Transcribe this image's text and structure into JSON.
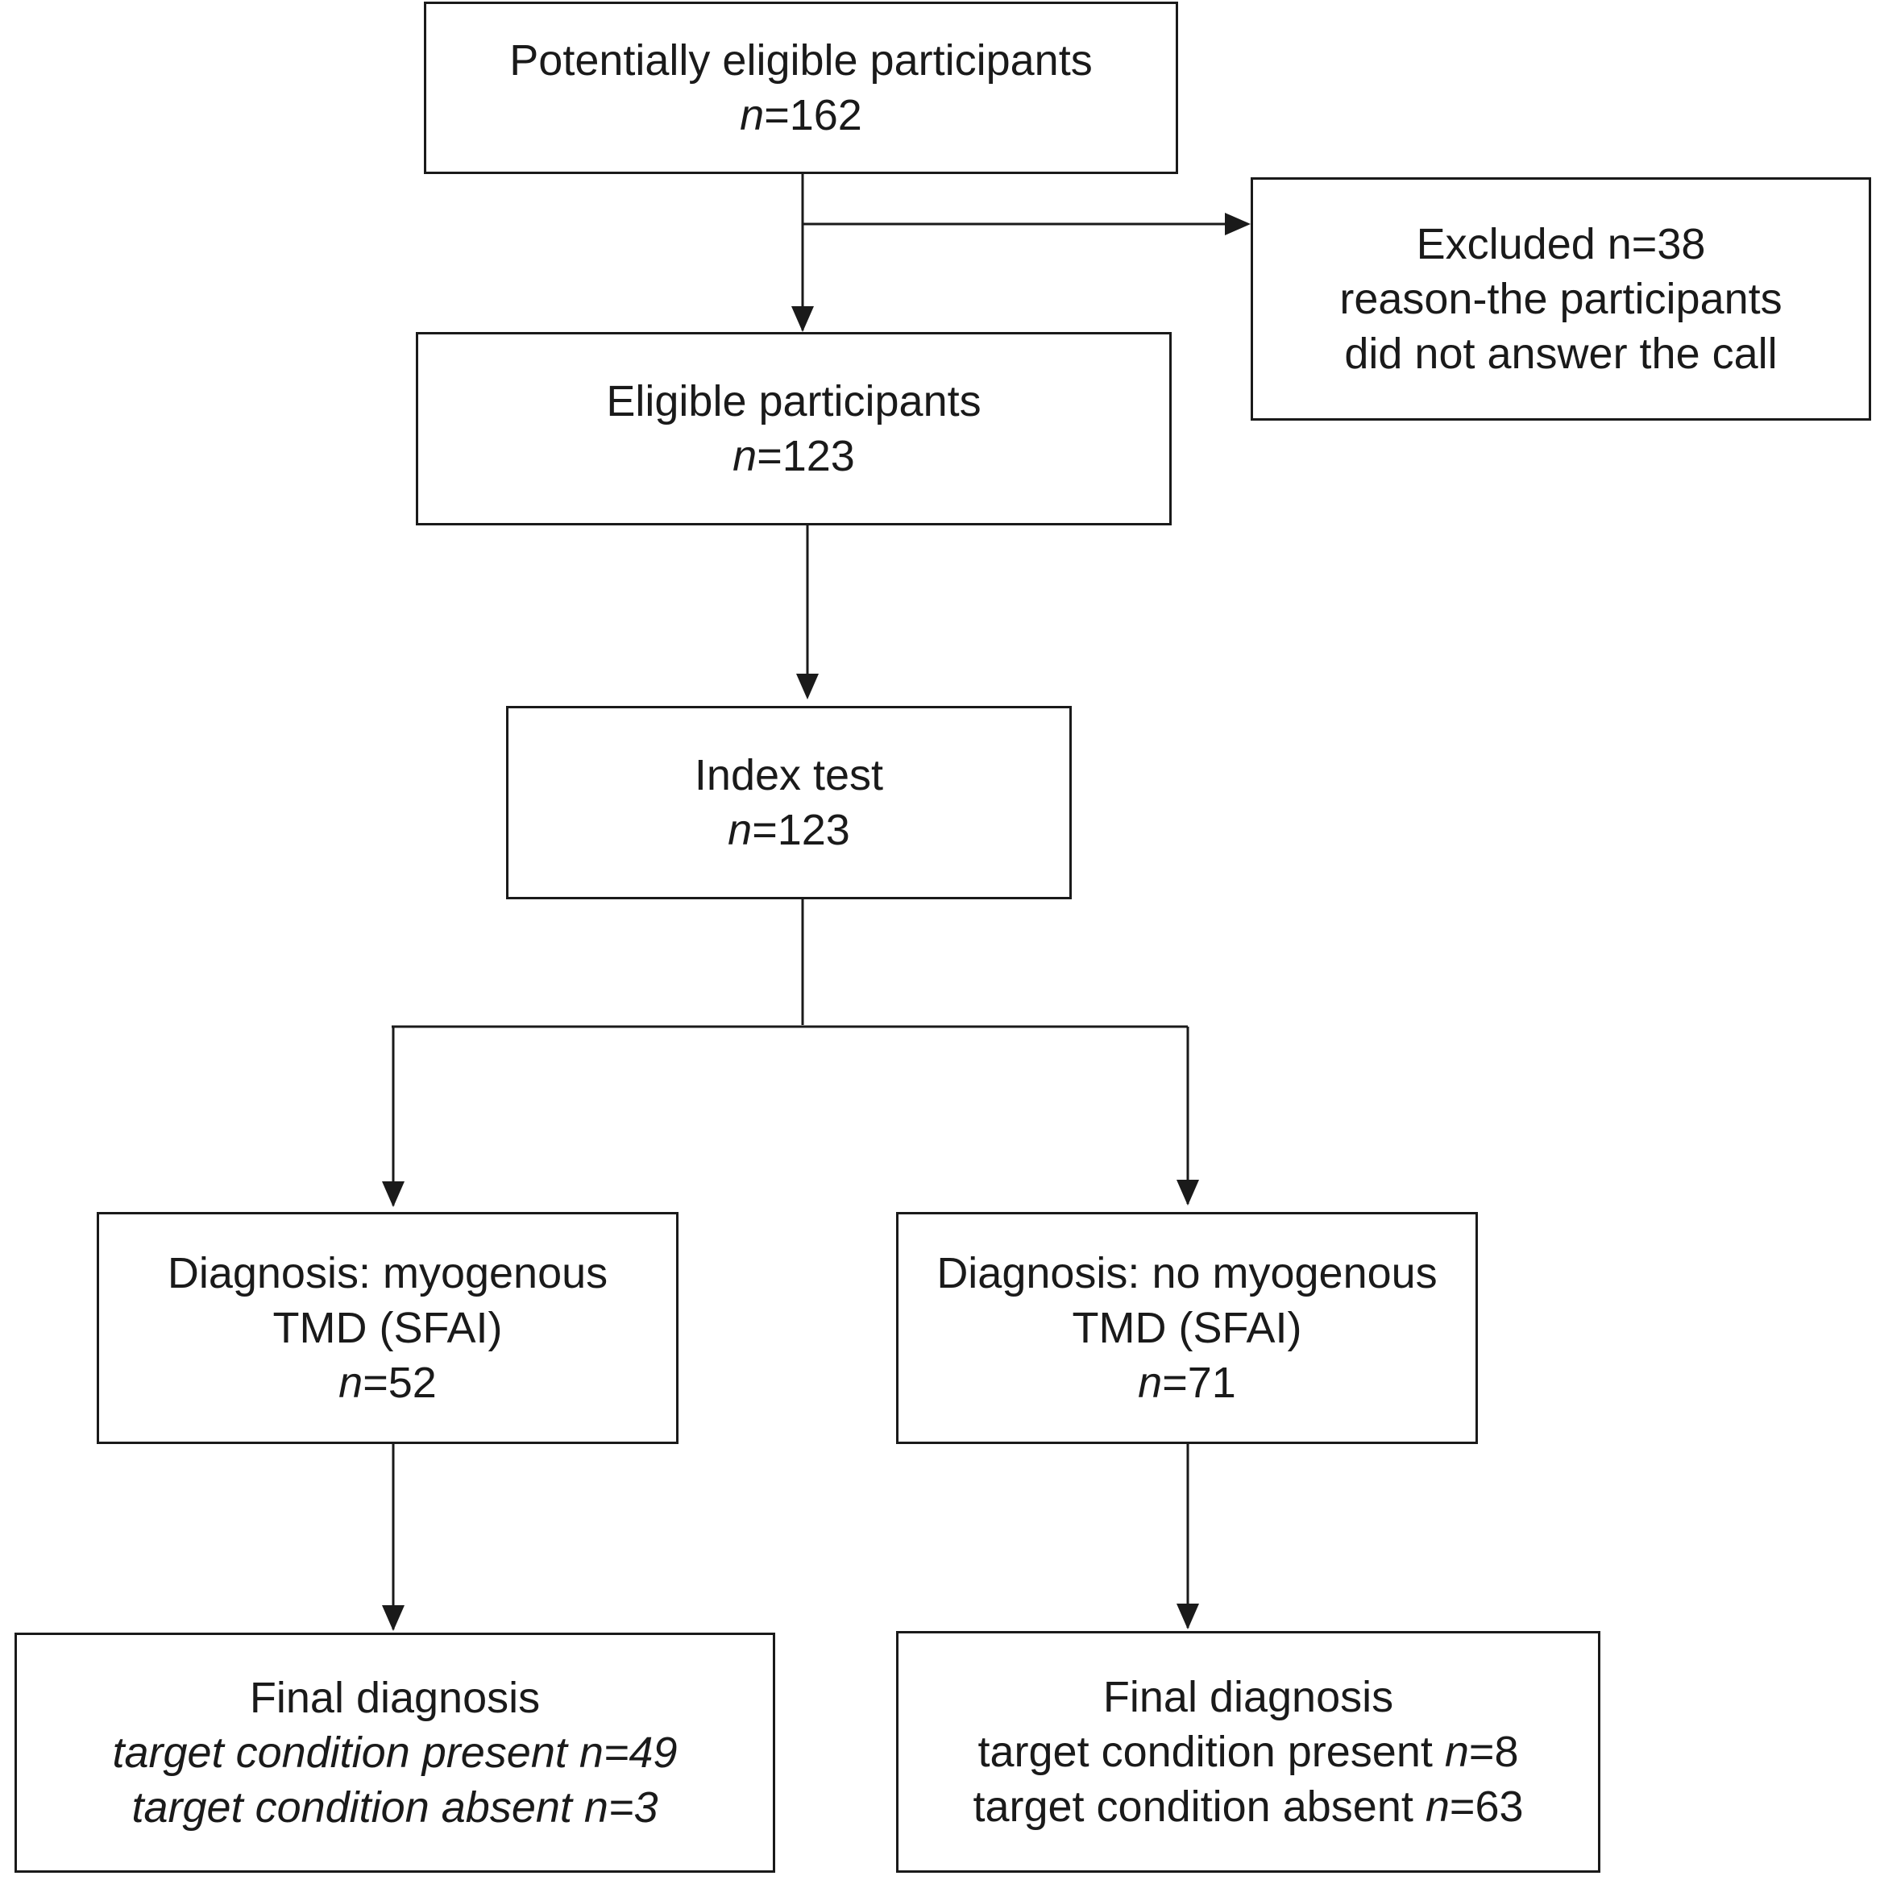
{
  "boxes": {
    "potentially_eligible": {
      "label": "Potentially eligible participants",
      "n_prefix": "n",
      "n_value": "=162"
    },
    "excluded": {
      "line1": "Excluded n=38",
      "line2": "reason-the participants",
      "line3": "did not answer the call"
    },
    "eligible": {
      "label": "Eligible participants",
      "n_prefix": "n",
      "n_value": "=123"
    },
    "index_test": {
      "label": "Index test",
      "n_prefix": "n",
      "n_value": "=123"
    },
    "diag_myogenous": {
      "line1": "Diagnosis: myogenous",
      "line2": "TMD (SFAI)",
      "n_prefix": "n",
      "n_value": "=52"
    },
    "diag_no_myogenous": {
      "line1": "Diagnosis: no myogenous",
      "line2": "TMD (SFAI)",
      "n_prefix": "n",
      "n_value": "=71"
    },
    "final_left": {
      "title": "Final diagnosis",
      "present": "target condition present n=49",
      "absent": "target condition absent n=3"
    },
    "final_right": {
      "title": "Final diagnosis",
      "present_label": "target condition present ",
      "present_n": "n",
      "present_value": "=8",
      "absent_label": "target condition absent ",
      "absent_n": "n",
      "absent_value": "=63"
    }
  }
}
